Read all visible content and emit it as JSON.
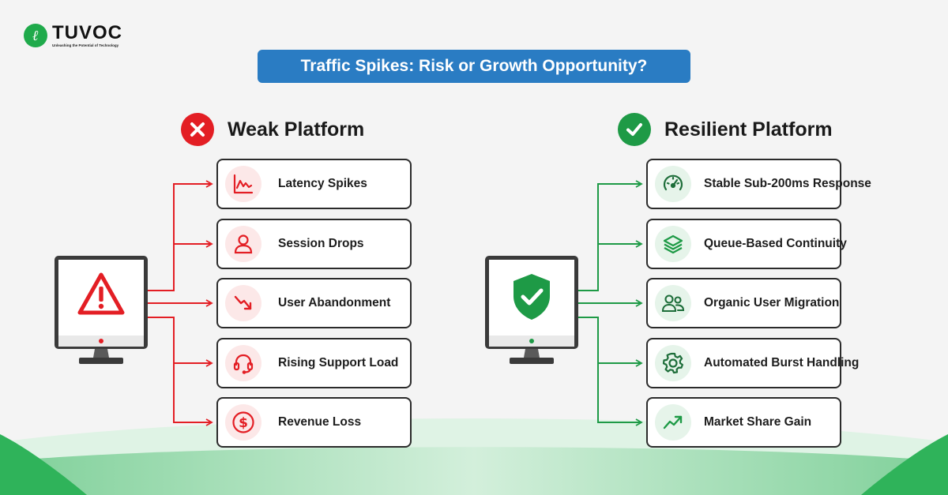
{
  "brand": {
    "name": "TUVOC",
    "tagline": "Unleashing the Potential of Technology",
    "green": "#1faa4b"
  },
  "banner": {
    "title": "Traffic Spikes: Risk or Growth Opportunity?",
    "color": "#2a7cc3"
  },
  "colors": {
    "weak": "#e31e24",
    "strong": "#1e9a46",
    "card_border": "#2b2b2b"
  },
  "weak_platform": {
    "title": "Weak Platform",
    "badge_icon": "x-mark-icon",
    "monitor_icon": "warning-triangle-icon",
    "items": [
      {
        "label": "Latency Spikes",
        "icon": "line-chart-icon"
      },
      {
        "label": "Session Drops",
        "icon": "user-icon"
      },
      {
        "label": "User Abandonment",
        "icon": "trend-down-icon"
      },
      {
        "label": "Rising Support Load",
        "icon": "headset-icon"
      },
      {
        "label": "Revenue Loss",
        "icon": "dollar-icon"
      }
    ]
  },
  "resilient_platform": {
    "title": "Resilient Platform",
    "badge_icon": "check-mark-icon",
    "monitor_icon": "shield-check-icon",
    "items": [
      {
        "label": "Stable Sub-200ms Response",
        "icon": "speedometer-icon"
      },
      {
        "label": "Queue-Based Continuity",
        "icon": "layers-icon"
      },
      {
        "label": "Organic User Migration",
        "icon": "users-icon"
      },
      {
        "label": "Automated Burst Handling",
        "icon": "gear-icon"
      },
      {
        "label": "Market Share Gain",
        "icon": "trend-up-icon"
      }
    ]
  }
}
